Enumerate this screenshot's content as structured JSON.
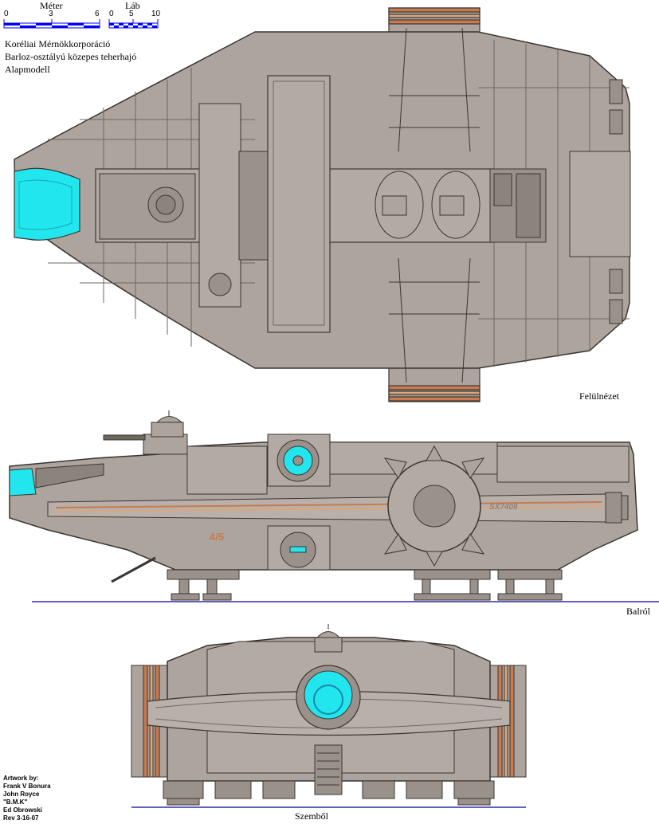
{
  "scale": {
    "meter_label": "Méter",
    "meter_ticks": [
      "0",
      "3",
      "6"
    ],
    "foot_label": "Láb",
    "foot_ticks": [
      "0",
      "5",
      "10"
    ]
  },
  "title": {
    "line1": "Koréliai Mérnökkorporáció",
    "line2": "Barloz-osztályú közepes teherhajó",
    "line3": "Alapmodell"
  },
  "views": {
    "top": "Felülnézet",
    "side": "Balról",
    "front": "Szemből"
  },
  "hull_markings": {
    "registration": "SX7408",
    "side_number": "4/5"
  },
  "credits": {
    "heading": "Artwork by:",
    "names": [
      "Frank V Bonura",
      "John Royce",
      "\"B.M.K\"",
      "Ed Obrowski"
    ],
    "revision": "Rev 3-16-07"
  },
  "colors": {
    "hull": "#ada59d",
    "hull_dark": "#8c847c",
    "panel_line": "#3a3532",
    "cockpit_glass": "#22e6ee",
    "stripe_orange": "#c87a50",
    "stripe_tan": "#d9a77f",
    "scale_blue": "#0000ff",
    "ground_line": "#0000a0"
  }
}
